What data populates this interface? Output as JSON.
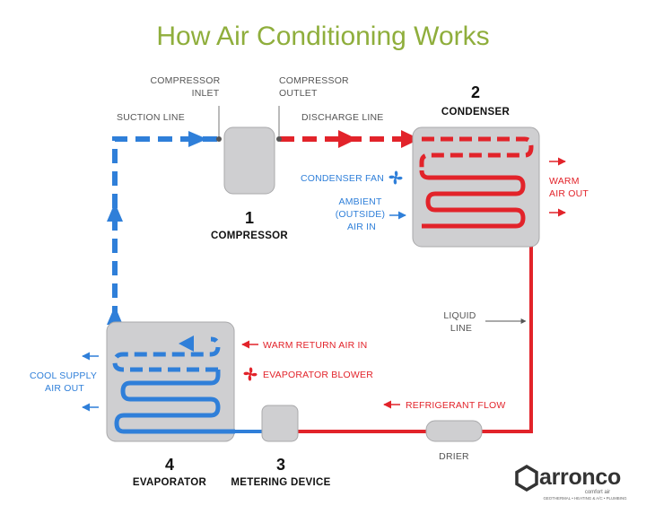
{
  "title": "How Air Conditioning Works",
  "colors": {
    "title": "#8fae3c",
    "hot": "#e2232a",
    "cold": "#2f7fd9",
    "component": "#cfcfd1",
    "label": "#555555"
  },
  "labels": {
    "compressor_inlet": [
      "COMPRESSOR",
      "INLET"
    ],
    "compressor_outlet": [
      "COMPRESSOR",
      "OUTLET"
    ],
    "suction_line": "SUCTION LINE",
    "discharge_line": "DISCHARGE LINE",
    "condenser_fan": "CONDENSER FAN",
    "ambient_air": [
      "AMBIENT",
      "(OUTSIDE)",
      "AIR IN"
    ],
    "warm_air_out": [
      "WARM",
      "AIR OUT"
    ],
    "liquid_line": [
      "LIQUID",
      "LINE"
    ],
    "warm_return_air": "WARM RETURN AIR IN",
    "evaporator_blower": "EVAPORATOR BLOWER",
    "cool_supply_air": [
      "COOL SUPPLY",
      "AIR OUT"
    ],
    "refrigerant_flow": "REFRIGERANT FLOW",
    "drier": "DRIER"
  },
  "components": [
    {
      "id": "compressor",
      "number": "1",
      "name": "COMPRESSOR"
    },
    {
      "id": "condenser",
      "number": "2",
      "name": "CONDENSER"
    },
    {
      "id": "metering",
      "number": "3",
      "name": "METERING DEVICE"
    },
    {
      "id": "evaporator",
      "number": "4",
      "name": "EVAPORATOR"
    }
  ],
  "logo": {
    "name": "arronco",
    "tagline": "comfort air",
    "services": "GEOTHERMAL • HEATING & A/C • PLUMBING"
  }
}
